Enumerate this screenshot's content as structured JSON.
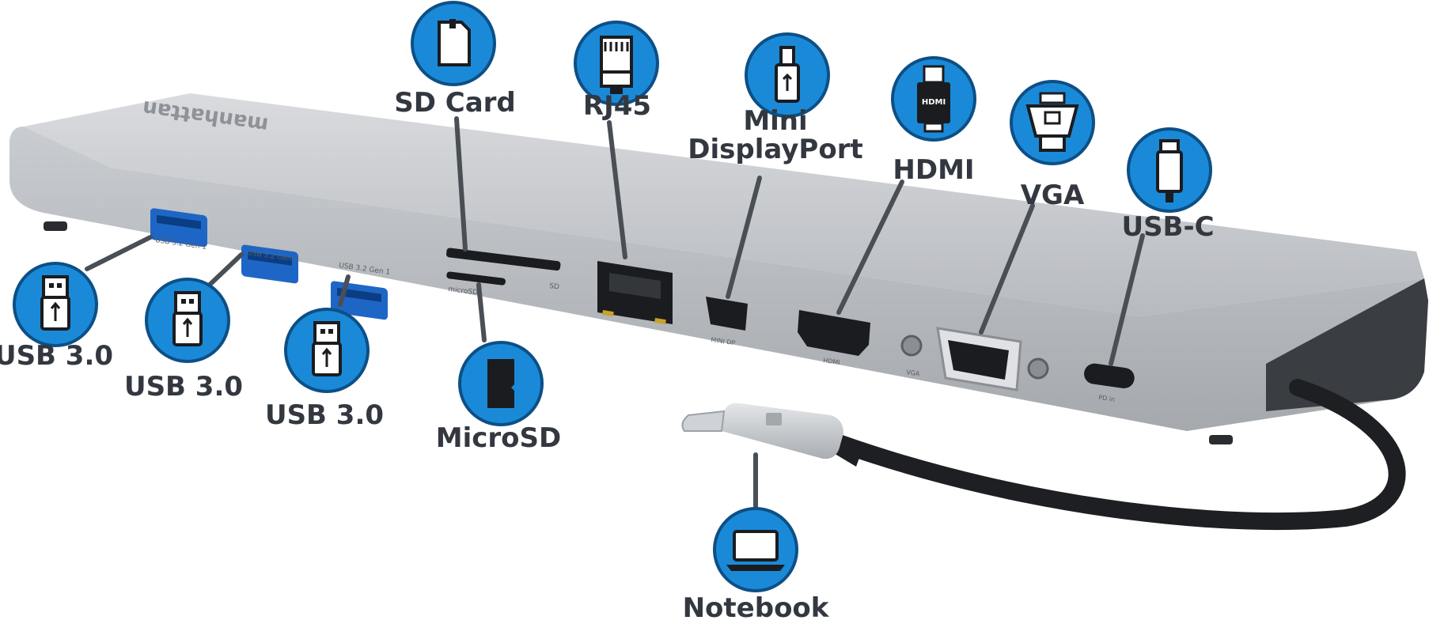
{
  "brand": "manhattan",
  "ports": {
    "sd_card": "SD Card",
    "rj45": "RJ45",
    "mini_displayport": [
      "Mini",
      "DisplayPort"
    ],
    "hdmi": "HDMI",
    "vga": "VGA",
    "usb_c": "USB-C",
    "usb_a": [
      "USB 3.0",
      "USB 3.0",
      "USB 3.0"
    ],
    "micro_sd": "MicroSD",
    "notebook": "Notebook"
  },
  "device_markings": {
    "usb_port_label": "USB 3.2 Gen 1",
    "micro_sd": "microSD",
    "sd": "SD",
    "mini_dp": "MINI DP",
    "hdmi": "HDMI",
    "vga": "VGA",
    "pd_in": "PD in",
    "hdmi_icon": "HDMI"
  },
  "colors": {
    "badge_blue": "#1a8ad8",
    "badge_ring": "#0d4f86",
    "label_text": "#333840",
    "device_body": "#b9bcc1",
    "leader_line": "#4a4e55"
  },
  "icons": [
    "sd-card-icon",
    "rj45-icon",
    "usb-icon",
    "hdmi-icon",
    "vga-icon",
    "usb-c-icon",
    "microsd-icon",
    "laptop-icon"
  ]
}
